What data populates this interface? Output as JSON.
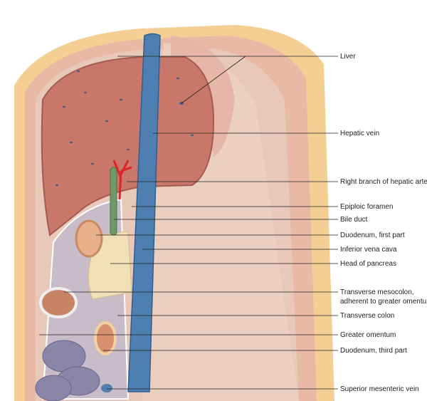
{
  "labels": [
    {
      "id": "liver",
      "text": "Liver"
    },
    {
      "id": "hepatic-vein",
      "text": "Hepatic vein"
    },
    {
      "id": "right-branch-hepatic-artery",
      "text": "Right branch of hepatic artery"
    },
    {
      "id": "epiploic-foramen",
      "text": "Epiploic foramen"
    },
    {
      "id": "bile-duct",
      "text": "Bile duct"
    },
    {
      "id": "duodenum-first-part",
      "text": "Duodenum, first part"
    },
    {
      "id": "inferior-vena-cava",
      "text": "Inferior vena cava"
    },
    {
      "id": "head-of-pancreas",
      "text": "Head of pancreas"
    },
    {
      "id": "transverse-mesocolon",
      "text": "Transverse mesocolon,",
      "text2": "adherent to greater omentum"
    },
    {
      "id": "transverse-colon",
      "text": "Transverse colon"
    },
    {
      "id": "greater-omentum",
      "text": "Greater omentum"
    },
    {
      "id": "duodenum-third-part",
      "text": "Duodenum, third part"
    },
    {
      "id": "superior-mesenteric-vein",
      "text": "Superior mesenteric vein"
    }
  ],
  "colors": {
    "liver": "#c9776a",
    "vein": "#4f7fb0",
    "skin": "#f1c98a",
    "peritoneum": "#d9cfd6",
    "muscle": "#e8b8a4",
    "artery": "#d8262a",
    "bileduct": "#6e9a6a",
    "pancreas": "#f1dfb6"
  }
}
